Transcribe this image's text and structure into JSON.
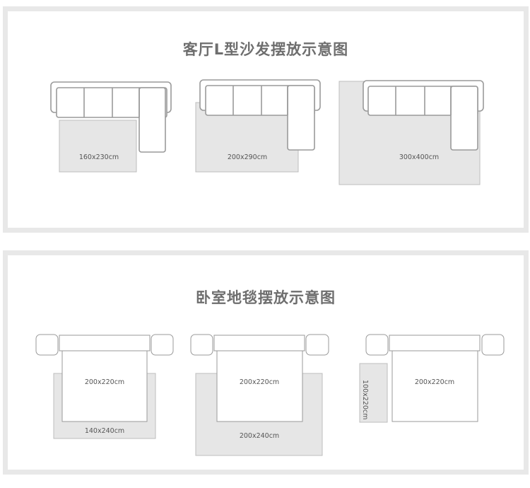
{
  "sofa_section": {
    "title": "客厅L型沙发摆放示意图",
    "layouts": [
      {
        "rug_label": "160x230cm"
      },
      {
        "rug_label": "200x290cm"
      },
      {
        "rug_label": "300x400cm"
      }
    ]
  },
  "bedroom_section": {
    "title": "卧室地毯摆放示意图",
    "layouts": [
      {
        "bed_label": "200x220cm",
        "rug_label": "140x240cm"
      },
      {
        "bed_label": "200x220cm",
        "rug_label": "200x240cm"
      },
      {
        "bed_label": "200x220cm",
        "rug_label": "100x220cm"
      }
    ]
  },
  "colors": {
    "panel_border": "#e8e8e8",
    "title_text": "#6e6e6e",
    "rug_fill": "#e6e6e6",
    "furniture_stroke": "#9a9a9a"
  }
}
